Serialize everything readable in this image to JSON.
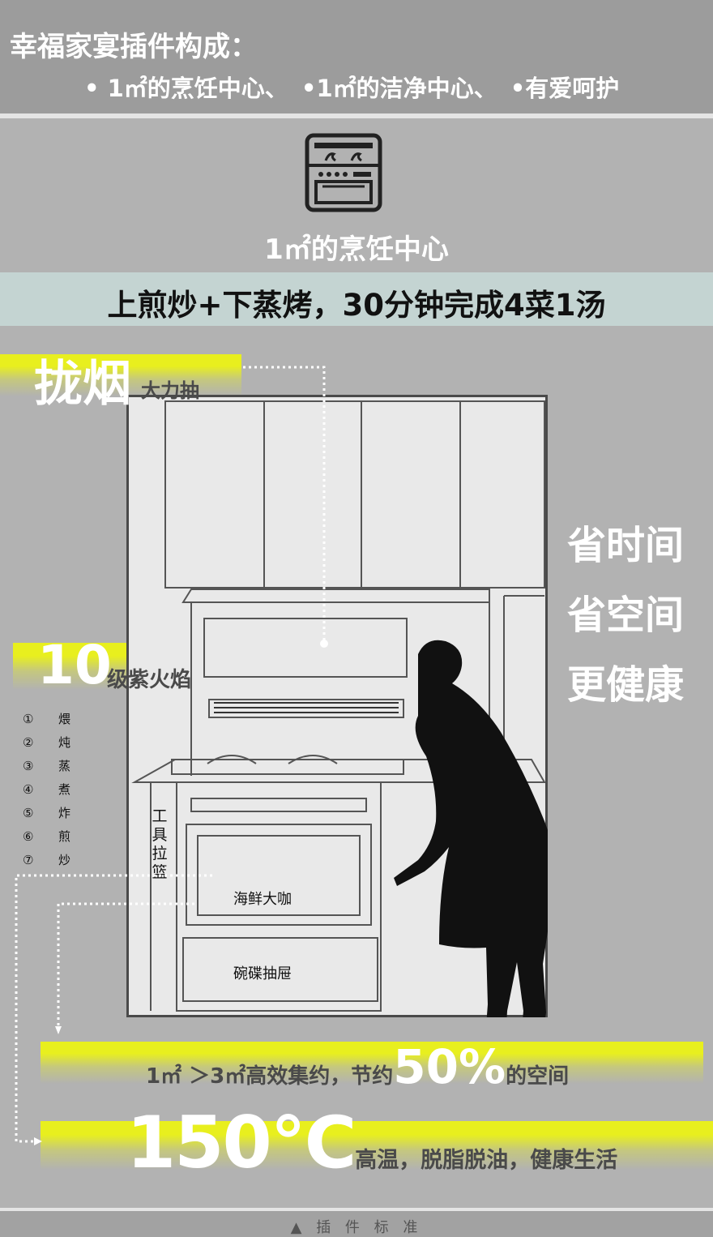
{
  "header": {
    "title": "幸福家宴插件构成：",
    "items": [
      "• 1㎡的烹饪中心、",
      "•1㎡的洁净中心、",
      "•有爱呵护"
    ]
  },
  "section": {
    "icon": "oven-icon",
    "title": "1㎡的烹饪中心"
  },
  "banner": "上煎炒+下蒸烤，30分钟完成4菜1汤",
  "hood": {
    "big": "拢烟",
    "small": "大力抽"
  },
  "flame": {
    "big": "10",
    "small": "级紫火焰"
  },
  "methods": [
    {
      "num": "①",
      "name": "煨"
    },
    {
      "num": "②",
      "name": "炖"
    },
    {
      "num": "③",
      "name": "蒸"
    },
    {
      "num": "④",
      "name": "煮"
    },
    {
      "num": "⑤",
      "name": "炸"
    },
    {
      "num": "⑥",
      "name": "煎"
    },
    {
      "num": "⑦",
      "name": "炒"
    }
  ],
  "tool_basket": "工具拉篮",
  "seafood": "海鲜大咖",
  "drawer": "碗碟抽屉",
  "features": [
    "省时间",
    "省空间",
    "更健康"
  ],
  "space": {
    "pre": "1㎡ ＞3㎡高效集约，节约",
    "big": "50%",
    "post": "的空间"
  },
  "heat": {
    "big": "150℃",
    "post": "高温，脱脂脱油，健康生活"
  },
  "footer": "▲ 插 件 标 准",
  "colors": {
    "yellow": "#e8ef1e",
    "banner": "#c4d4d2",
    "background": "#b2b2b2"
  }
}
